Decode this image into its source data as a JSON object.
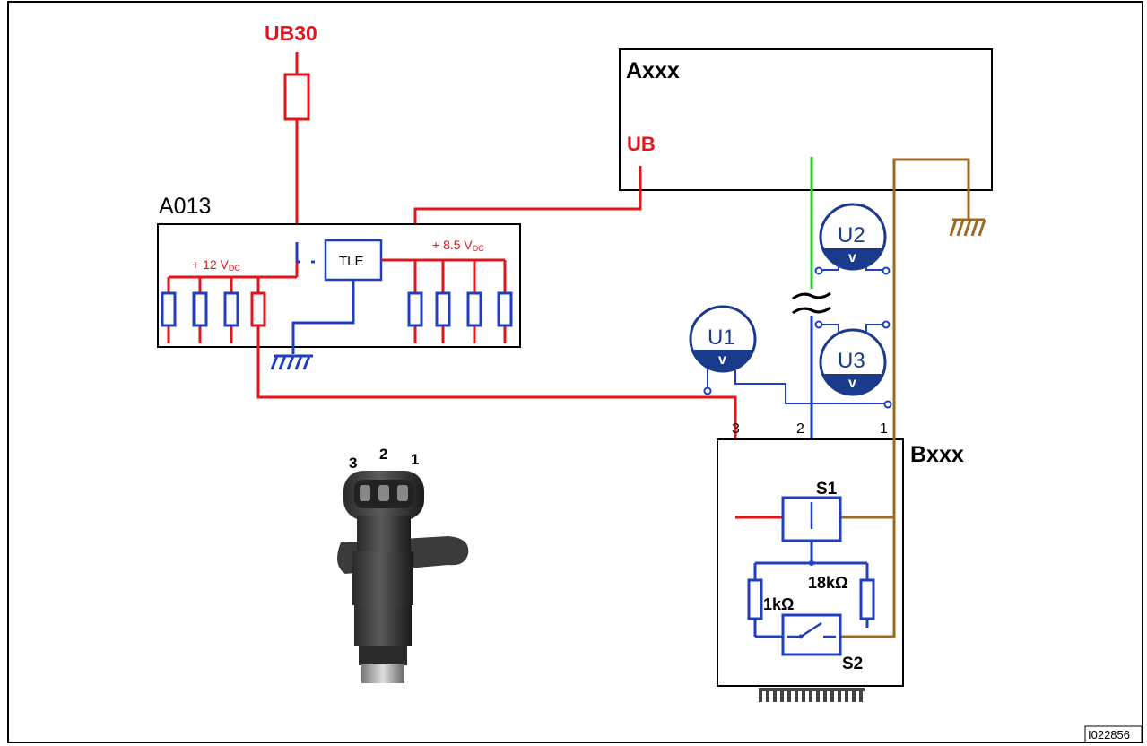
{
  "labels": {
    "ub30": "UB30",
    "axxx": "Axxx",
    "ub": "UB",
    "a013": "A013",
    "v12": "+ 12 V",
    "v12_sub": "DC",
    "v85": "+ 8.5 V",
    "v85_sub": "DC",
    "tle": "TLE",
    "bxxx": "Bxxx",
    "s1": "S1",
    "s2": "S2",
    "r1k": "1kΩ",
    "r18k": "18kΩ",
    "pin3": "3",
    "pin2": "2",
    "pin1": "1",
    "photo_pin3": "3",
    "photo_pin2": "2",
    "photo_pin1": "1",
    "u1": "U1",
    "u2": "U2",
    "u3": "U3",
    "v": "v",
    "ref": "I022856"
  },
  "colors": {
    "supply": "#e3141b",
    "signal": "#1f3fbf",
    "ground_wire": "#9a6a1e",
    "green": "#33cc33",
    "frame": "#000000",
    "meter_dark": "#1a3a8c"
  }
}
